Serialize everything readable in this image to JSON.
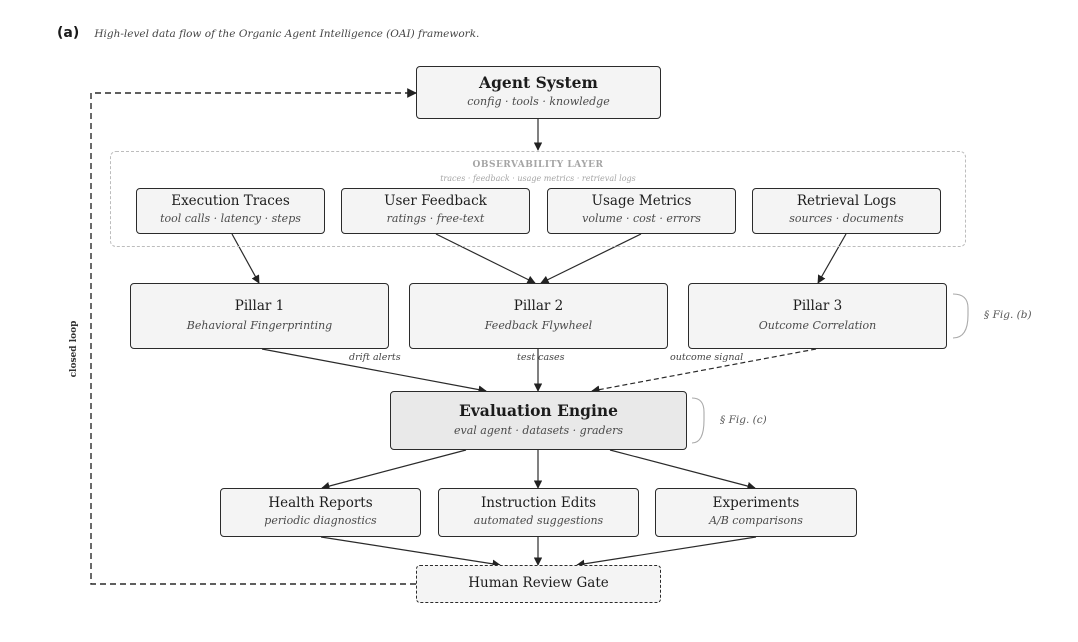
{
  "caption": {
    "panel": "(a)",
    "text": "High-level data flow of the Organic Agent Intelligence (OAI) framework."
  },
  "agent_system": {
    "title": "Agent System",
    "subtitle": "config · tools · knowledge"
  },
  "observability": {
    "title": "OBSERVABILITY LAYER",
    "subtitle": "traces · feedback · usage metrics · retrieval logs",
    "sources": [
      {
        "title": "Execution Traces",
        "subtitle": "tool calls · latency · steps"
      },
      {
        "title": "User Feedback",
        "subtitle": "ratings · free-text"
      },
      {
        "title": "Usage Metrics",
        "subtitle": "volume · cost · errors"
      },
      {
        "title": "Retrieval Logs",
        "subtitle": "sources · documents"
      }
    ]
  },
  "pillars": [
    {
      "title": "Pillar 1",
      "subtitle": "Behavioral Fingerprinting",
      "edge_label": "drift alerts"
    },
    {
      "title": "Pillar 2",
      "subtitle": "Feedback Flywheel",
      "edge_label": "test cases"
    },
    {
      "title": "Pillar 3",
      "subtitle": "Outcome Correlation",
      "edge_label": "outcome signal"
    }
  ],
  "pillar_ref": "§ Fig. (b)",
  "engine": {
    "title": "Evaluation Engine",
    "subtitle": "eval agent · datasets · graders"
  },
  "engine_ref": "§ Fig. (c)",
  "outputs": [
    {
      "title": "Health Reports",
      "subtitle": "periodic diagnostics"
    },
    {
      "title": "Instruction Edits",
      "subtitle": "automated suggestions"
    },
    {
      "title": "Experiments",
      "subtitle": "A/B comparisons"
    }
  ],
  "review_gate": {
    "title": "Human Review Gate"
  },
  "loop_label": "closed loop"
}
